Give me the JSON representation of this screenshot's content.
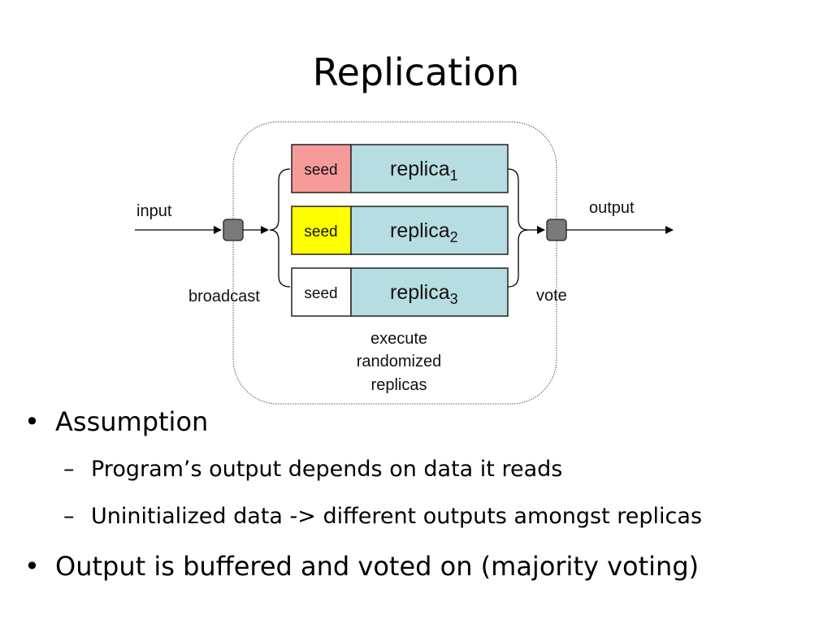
{
  "slide": {
    "title": "Replication"
  },
  "diagram": {
    "input_label": "input",
    "output_label": "output",
    "broadcast_label": "broadcast",
    "vote_label": "vote",
    "caption_lines": [
      "execute",
      "randomized",
      "replicas"
    ],
    "replicas": [
      {
        "seed_label": "seed",
        "seed_color": "#f79a9a",
        "name": "replica",
        "index": "1"
      },
      {
        "seed_label": "seed",
        "seed_color": "#ffff00",
        "name": "replica",
        "index": "2"
      },
      {
        "seed_label": "seed",
        "seed_color": "#ffffff",
        "name": "replica",
        "index": "3"
      }
    ],
    "replica_color": "#b6dde1",
    "node_color": "#7a7a7a"
  },
  "bullets": [
    {
      "level": 1,
      "marker": "•",
      "text": "Assumption"
    },
    {
      "level": 2,
      "marker": "–",
      "text": "Program’s output depends on data it reads"
    },
    {
      "level": 2,
      "marker": "–",
      "text": "Uninitialized data -> different outputs amongst replicas"
    },
    {
      "level": 1,
      "marker": "•",
      "text": "Output is buffered and voted on (majority voting)"
    }
  ]
}
